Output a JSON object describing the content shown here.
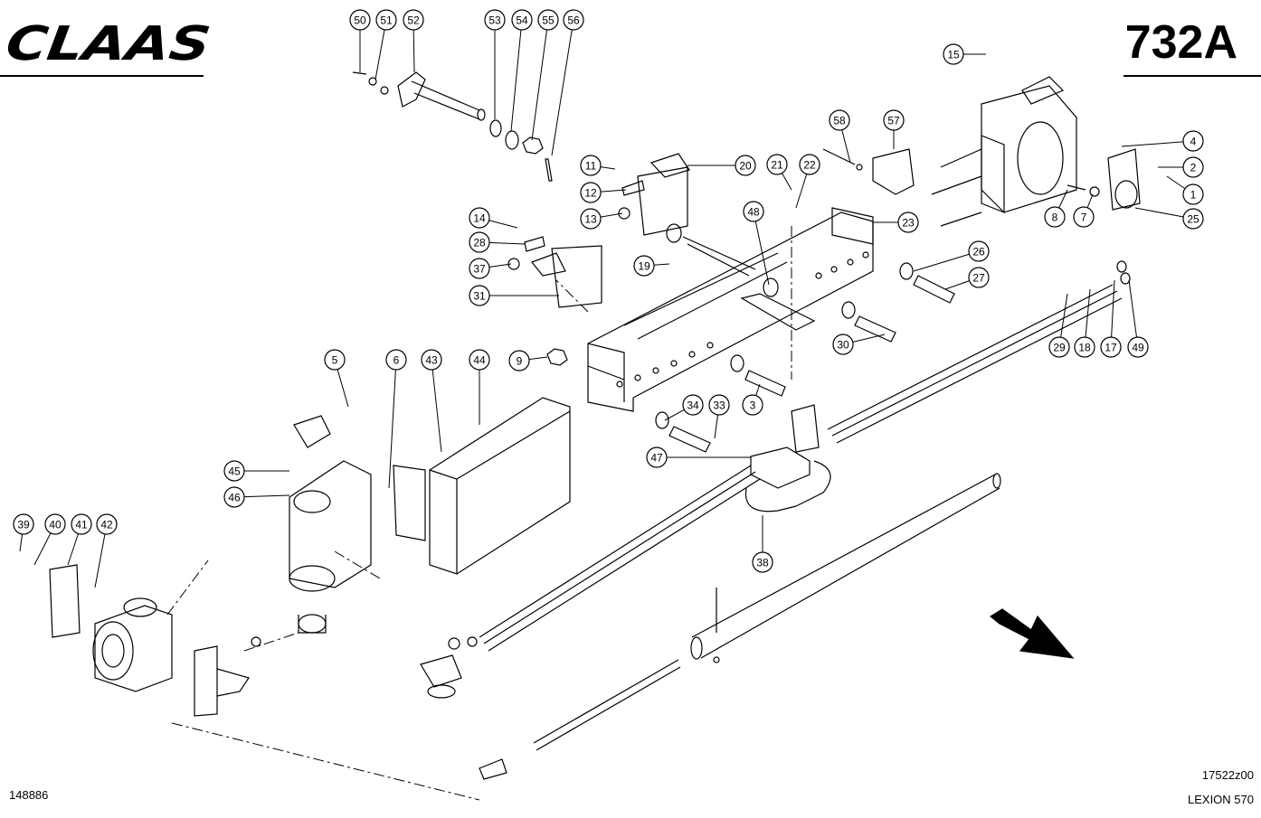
{
  "header": {
    "brand": "CLAAS",
    "page_number": "732A"
  },
  "footer": {
    "left_code": "148886",
    "right_code": "17522z00",
    "model": "LEXION 570"
  },
  "callouts": [
    "50",
    "51",
    "52",
    "53",
    "54",
    "55",
    "56",
    "15",
    "4",
    "2",
    "1",
    "25",
    "7",
    "8",
    "58",
    "57",
    "20",
    "21",
    "22",
    "11",
    "12",
    "13",
    "48",
    "23",
    "26",
    "27",
    "19",
    "14",
    "28",
    "37",
    "31",
    "30",
    "29",
    "18",
    "17",
    "49",
    "9",
    "34",
    "33",
    "3",
    "5",
    "6",
    "43",
    "44",
    "45",
    "46",
    "47",
    "38",
    "39",
    "40",
    "41",
    "42"
  ],
  "colors": {
    "ink": "#000000",
    "paper": "#ffffff"
  }
}
